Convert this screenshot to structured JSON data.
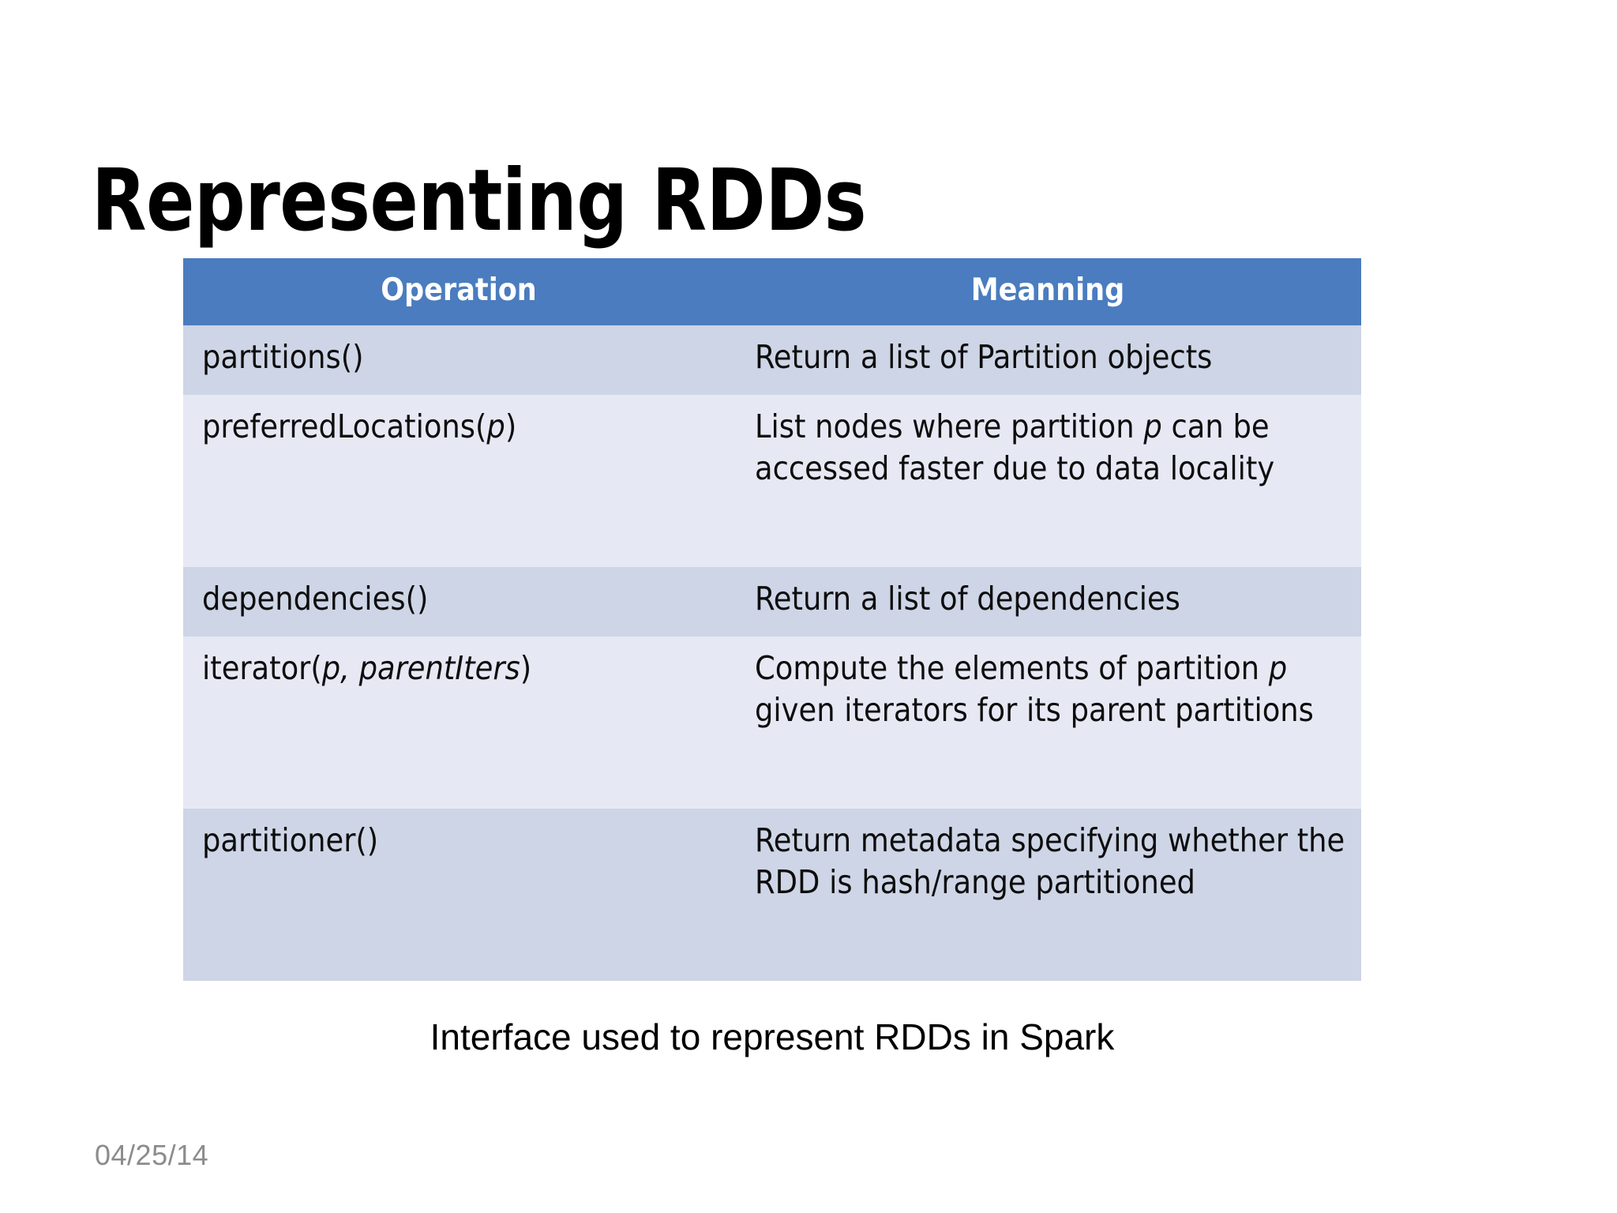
{
  "slide": {
    "title": "Representing RDDs",
    "caption": "Interface used to represent RDDs in Spark",
    "footer_date": "04/25/14",
    "colors": {
      "background": "#ffffff",
      "header_fill": "#4a7cbf",
      "header_text": "#ffffff",
      "row_dark_fill": "#ced5e6",
      "row_light_fill": "#e6e9f4",
      "body_text": "#0d0d0d",
      "footer_text": "#8c8c8c"
    }
  },
  "table": {
    "headers": {
      "operation": "Operation",
      "meaning": "Meanning"
    },
    "rows": [
      {
        "operation_plain": "partitions()",
        "operation_prefix": "partitions()",
        "operation_italic": "",
        "operation_suffix": "",
        "meaning_prefix": "Return a list of Partition objects",
        "meaning_italic": "",
        "meaning_suffix": "",
        "meaning_plain": "Return a list of Partition objects"
      },
      {
        "operation_plain": "preferredLocations(p)",
        "operation_prefix": "preferredLocations(",
        "operation_italic": "p",
        "operation_suffix": ")",
        "meaning_prefix": "List nodes where partition ",
        "meaning_italic": "p",
        "meaning_suffix": " can be accessed faster due to data locality",
        "meaning_plain": "List nodes where partition p can be accessed faster due to data locality"
      },
      {
        "operation_plain": "dependencies()",
        "operation_prefix": "dependencies()",
        "operation_italic": "",
        "operation_suffix": "",
        "meaning_prefix": "Return a list of dependencies",
        "meaning_italic": "",
        "meaning_suffix": "",
        "meaning_plain": "Return a list of dependencies"
      },
      {
        "operation_plain": "iterator(p, parentIters)",
        "operation_prefix": "iterator(",
        "operation_italic": "p, parentIters",
        "operation_suffix": ")",
        "meaning_prefix": "Compute the elements of partition ",
        "meaning_italic": "p",
        "meaning_suffix": " given iterators for its parent partitions",
        "meaning_plain": "Compute the elements of partition p given iterators for its parent partitions"
      },
      {
        "operation_plain": "partitioner()",
        "operation_prefix": "partitioner()",
        "operation_italic": "",
        "operation_suffix": "",
        "meaning_prefix": "Return metadata specifying whether the RDD is hash/range partitioned",
        "meaning_italic": "",
        "meaning_suffix": "",
        "meaning_plain": "Return metadata specifying whether the RDD is hash/range partitioned"
      }
    ]
  }
}
